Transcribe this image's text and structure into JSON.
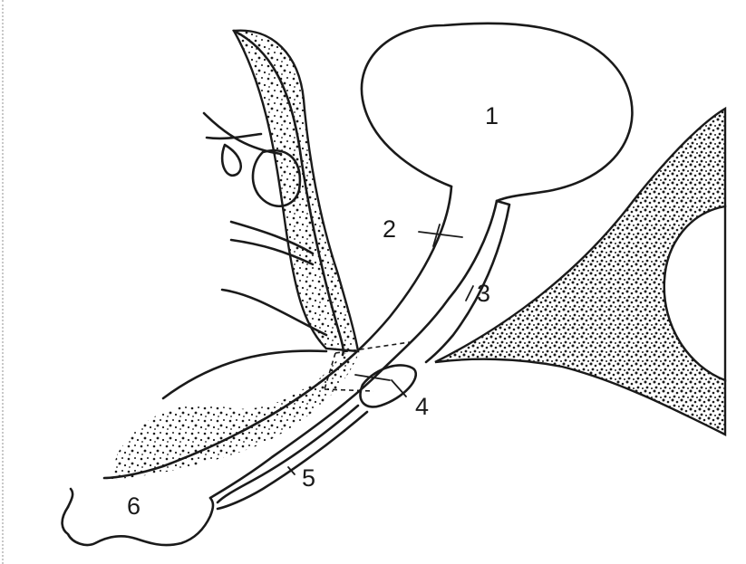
{
  "labels": [
    {
      "id": "1",
      "text": "1"
    },
    {
      "id": "2",
      "text": "2"
    },
    {
      "id": "3",
      "text": "3"
    },
    {
      "id": "4",
      "text": "4"
    },
    {
      "id": "5",
      "text": "5"
    },
    {
      "id": "6",
      "text": "6"
    }
  ],
  "colors": {
    "ink": "#1a1a1a",
    "background": "#ffffff"
  }
}
